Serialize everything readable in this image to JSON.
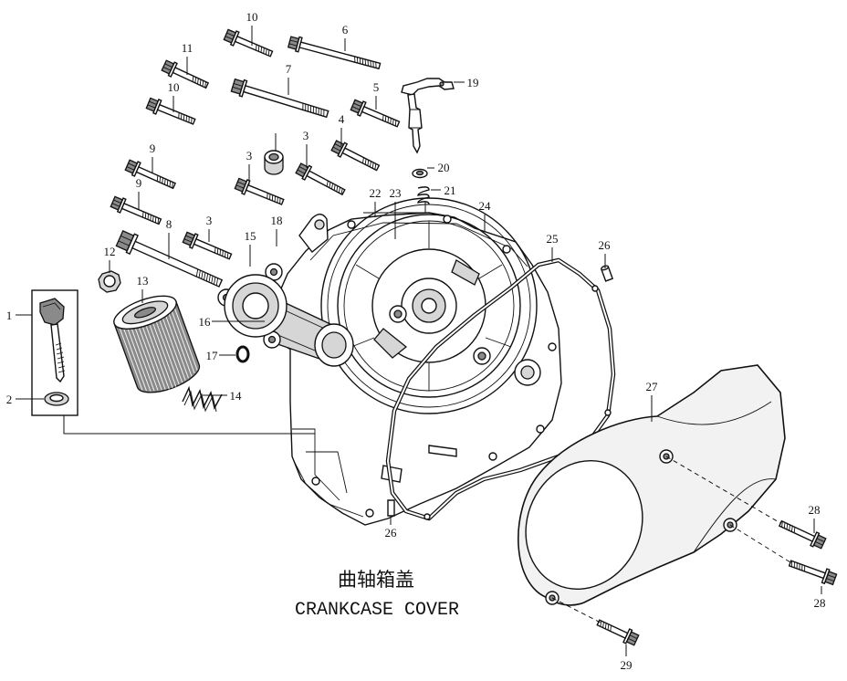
{
  "title": {
    "chinese": "曲轴箱盖",
    "english": "CRANKCASE COVER"
  },
  "callouts": [
    "10",
    "6",
    "11",
    "7",
    "19",
    "10",
    "5",
    "4",
    "3",
    "9",
    "3",
    "20",
    "9",
    "22",
    "23",
    "21",
    "24",
    "3",
    "8",
    "18",
    "15",
    "25",
    "26",
    "12",
    "13",
    "1",
    "16",
    "17",
    "14",
    "2",
    "27",
    "26",
    "28",
    "28",
    "29"
  ]
}
